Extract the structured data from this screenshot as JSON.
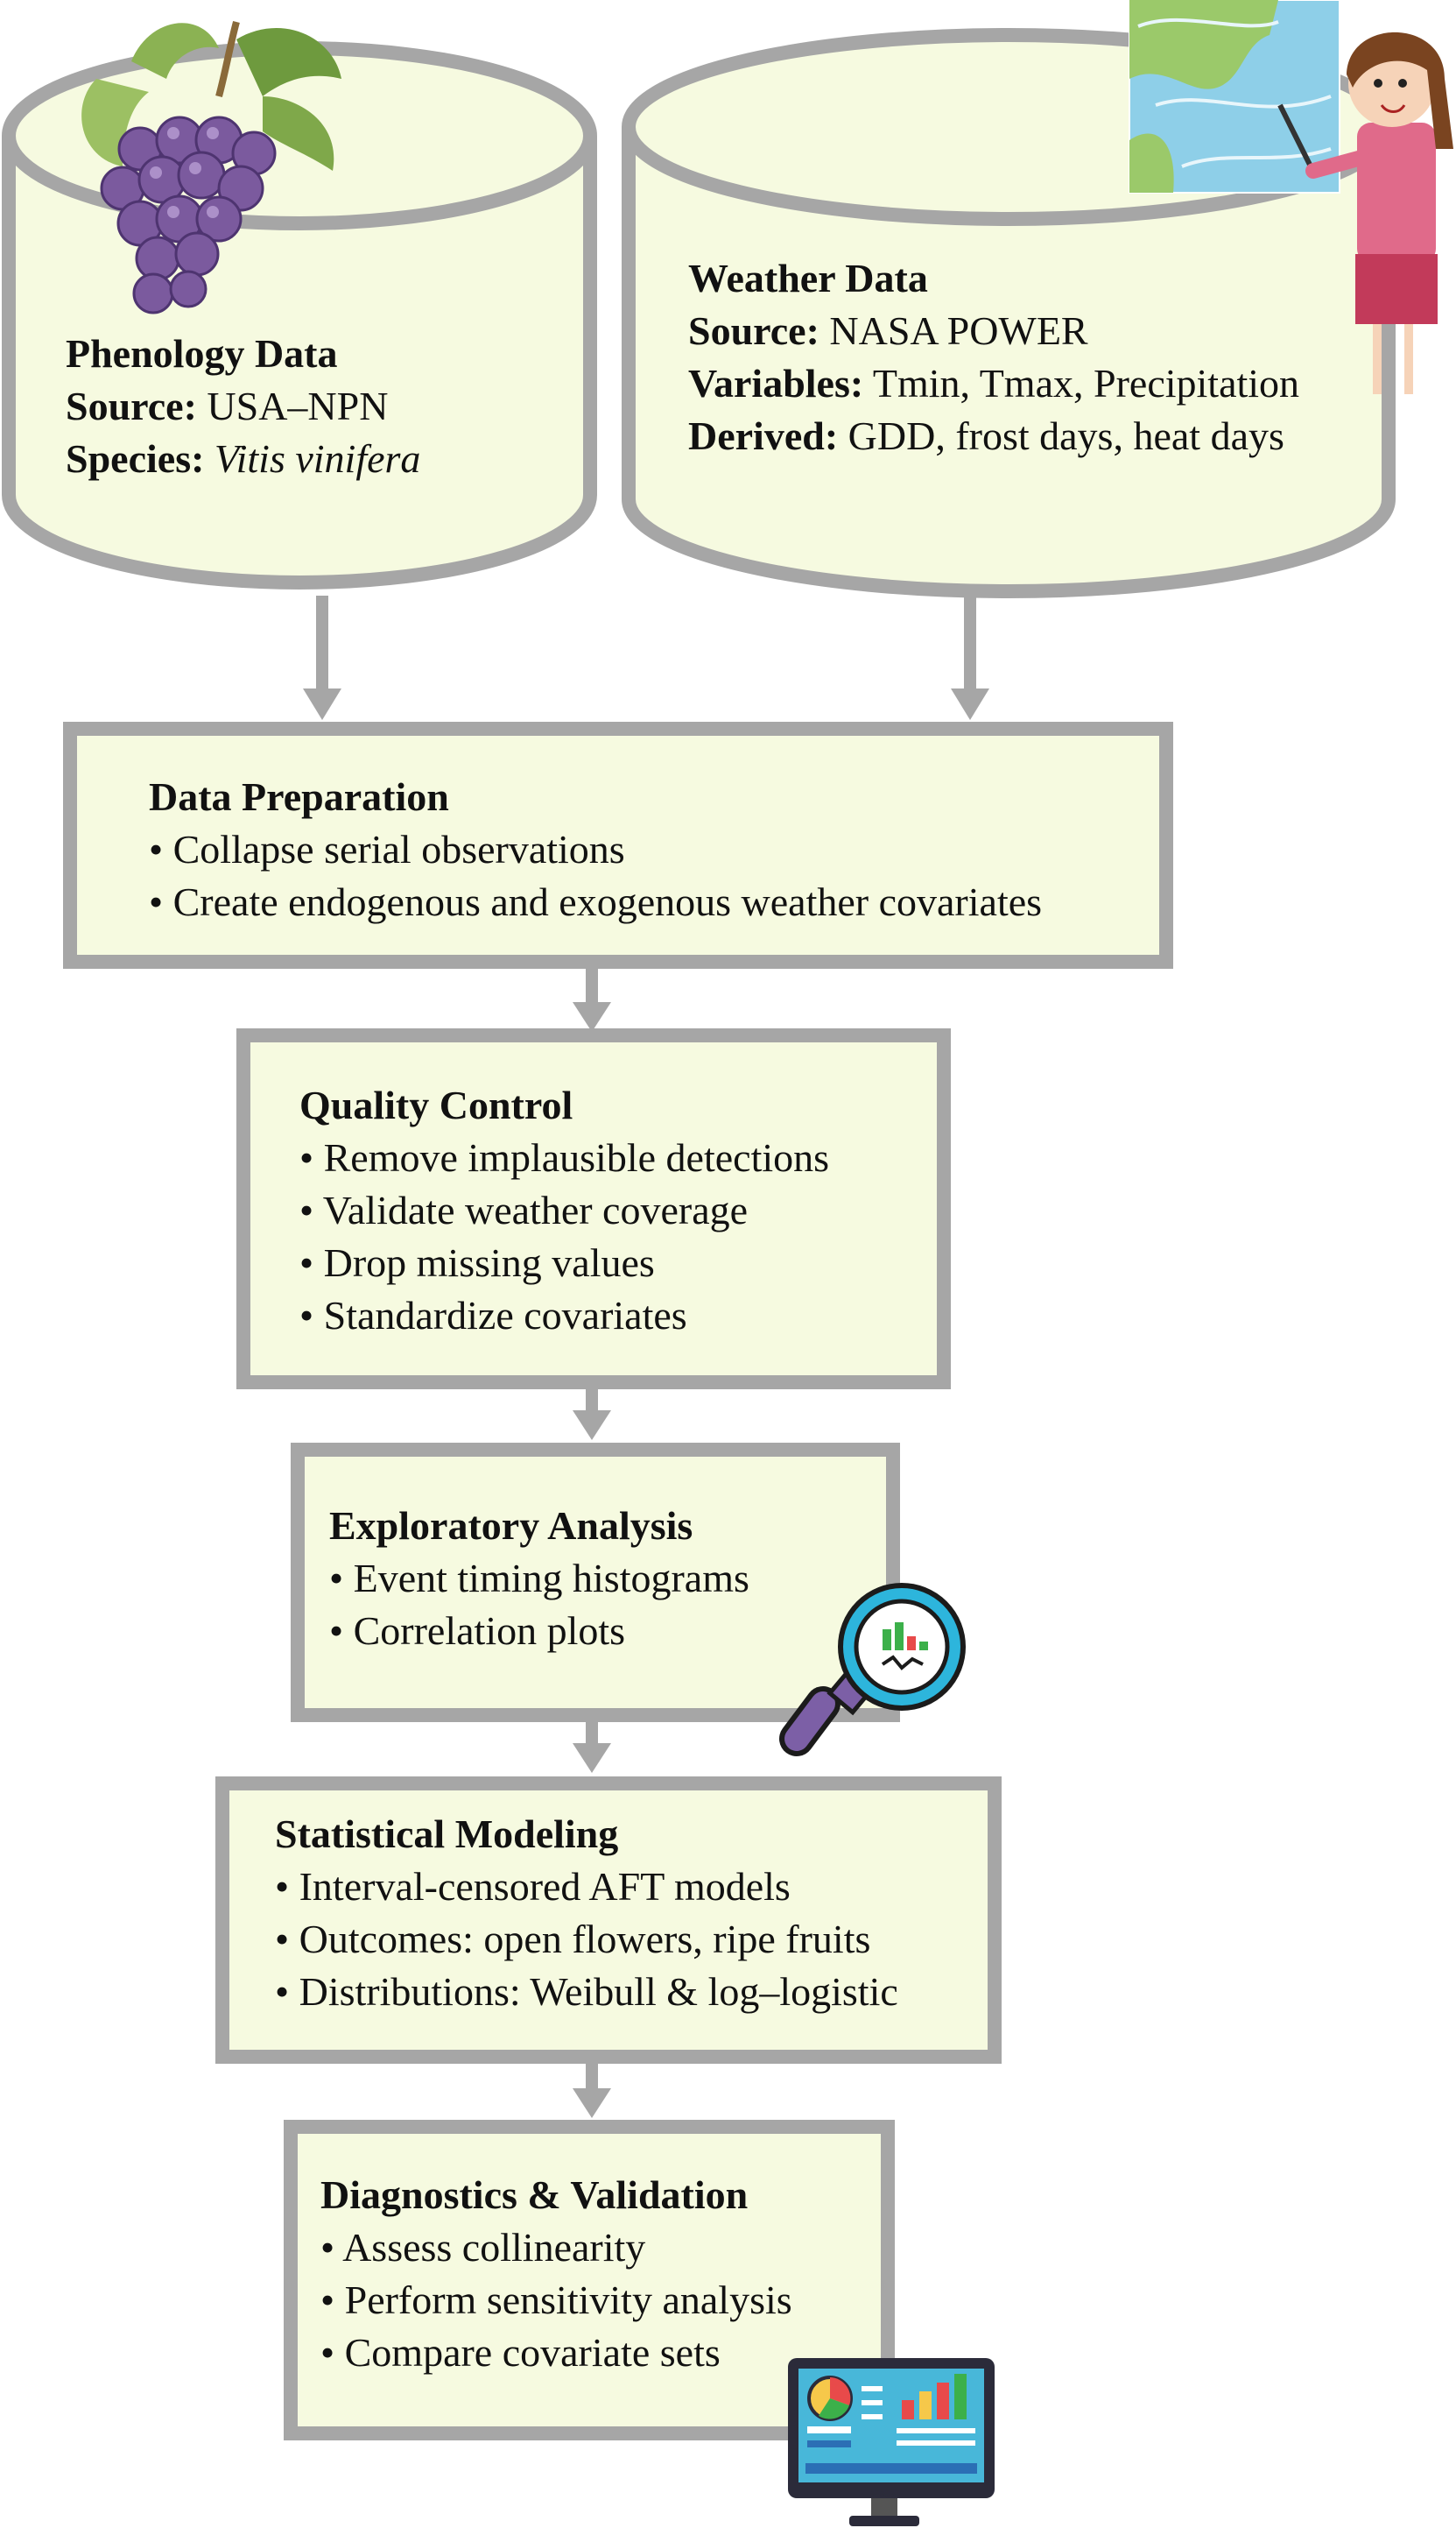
{
  "colors": {
    "box_fill": "#f6fae0",
    "border": "#a6a6a6",
    "arrow": "#a6a6a6"
  },
  "phenology": {
    "title": "Phenology Data",
    "source_label": "Source:",
    "source_value": "USA–NPN",
    "species_label": "Species:",
    "species_value": "Vitis vinifera",
    "icon": "grape-cluster-icon"
  },
  "weather": {
    "title": "Weather Data",
    "source_label": "Source:",
    "source_value": "NASA POWER",
    "variables_label": "Variables:",
    "variables_value": "Tmin, Tmax, Precipitation",
    "derived_label": "Derived:",
    "derived_value": "GDD, frost days, heat days",
    "icon": "weather-presenter-icon"
  },
  "steps": [
    {
      "title": "Data Preparation",
      "bullets": [
        "• Collapse serial observations",
        "• Create endogenous and exogenous weather covariates"
      ]
    },
    {
      "title": "Quality Control",
      "bullets": [
        "• Remove implausible detections",
        "• Validate weather coverage",
        "• Drop missing values",
        "• Standardize covariates"
      ]
    },
    {
      "title": "Exploratory Analysis",
      "bullets": [
        "• Event timing histograms",
        "• Correlation plots"
      ],
      "icon": "magnifier-chart-icon"
    },
    {
      "title": "Statistical Modeling",
      "bullets": [
        "• Interval-censored AFT models",
        "• Outcomes: open flowers, ripe fruits",
        "• Distributions: Weibull & log–logistic"
      ]
    },
    {
      "title": "Diagnostics & Validation",
      "bullets": [
        "• Assess collinearity",
        "• Perform sensitivity analysis",
        "• Compare covariate sets"
      ],
      "icon": "dashboard-monitor-icon"
    }
  ]
}
